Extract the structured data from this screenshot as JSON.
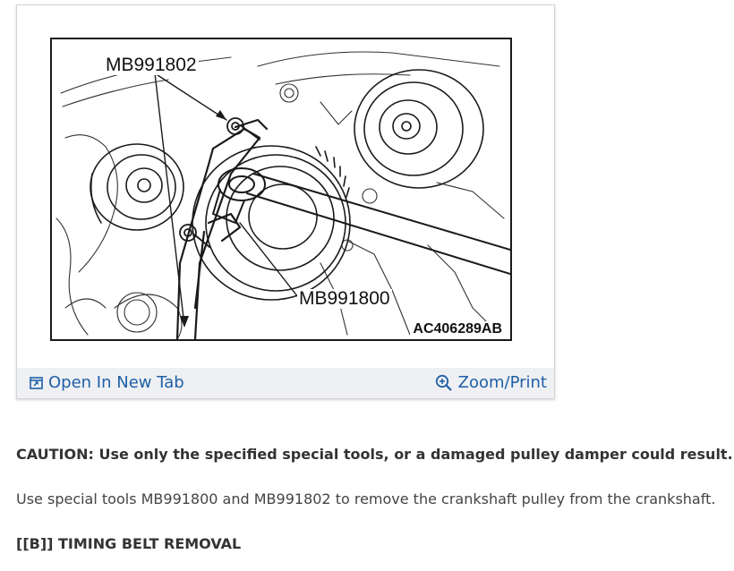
{
  "figure": {
    "callout_top": "MB991802",
    "callout_bottom": "MB991800",
    "figure_id": "AC406289AB"
  },
  "footer": {
    "open_label": "Open In New Tab",
    "open_icon": "open-new-tab-icon",
    "zoom_label": "Zoom/Print",
    "zoom_icon": "zoom-in-icon",
    "link_color": "#1f5fa6"
  },
  "content": {
    "caution": "CAUTION: Use only the specified special tools, or a damaged pulley damper could result.",
    "instruction": "Use special tools MB991800 and MB991802 to remove the crankshaft pulley from the crankshaft.",
    "section_heading": "[[B]] TIMING BELT REMOVAL"
  }
}
